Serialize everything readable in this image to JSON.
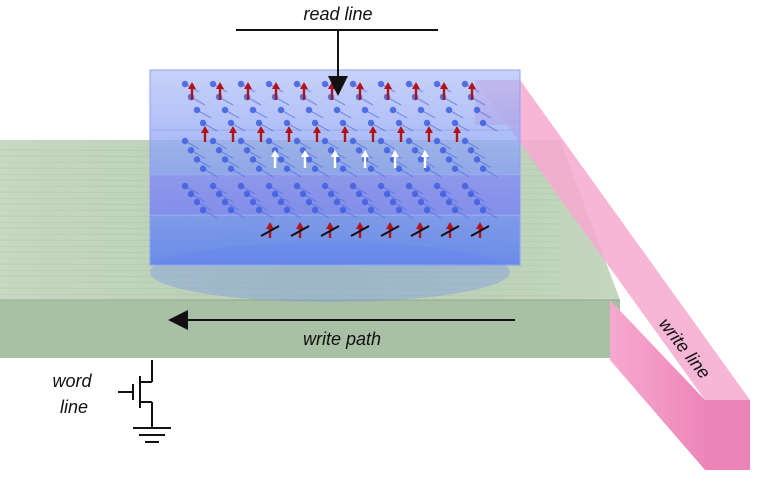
{
  "labels": {
    "read_line": "read line",
    "write_path": "write path",
    "write_line": "write line",
    "word_line_1": "word",
    "word_line_2": "line"
  },
  "colors": {
    "substrate": "#b9cfb5",
    "substrate_edge": "#9fb79c",
    "device_blue": "#6f8ff0",
    "device_top": "#a9b8f5",
    "write_line_pink": "#f39ac6",
    "spin_red": "#b3121b",
    "spin_white": "#ffffff",
    "atom_blue": "#3f5fe0",
    "wire": "#111111"
  }
}
